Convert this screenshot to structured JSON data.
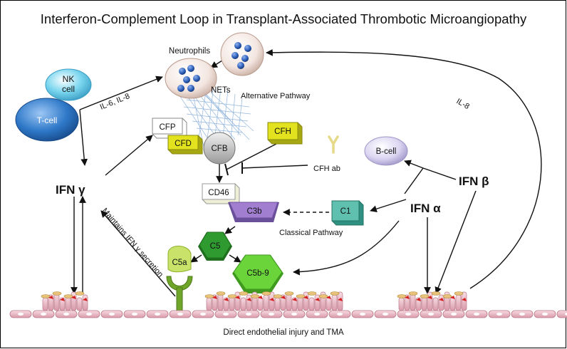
{
  "title": "Interferon-Complement Loop in Transplant-Associated Thrombotic Microangiopathy",
  "cells": {
    "neutrophils": "Neutrophils",
    "nk_cell_line1": "NK",
    "nk_cell_line2": "cell",
    "t_cell": "T-cell",
    "b_cell": "B-cell",
    "nets": "NETs"
  },
  "labels": {
    "il6_il8": "IL-6, IL-8",
    "il8": "IL-8",
    "alternative_pathway": "Alternative Pathway",
    "classical_pathway": "Classical Pathway",
    "cfh_ab": "CFH ab",
    "maintains": "Maintains IFN γ secretion",
    "endothelial": "Direct endothelial injury and TMA"
  },
  "ifn": {
    "gamma": "IFN γ",
    "alpha": "IFN α",
    "beta": "IFN β"
  },
  "complement": {
    "cfp": "CFP",
    "cfd": "CFD",
    "cfb": "CFB",
    "cfh": "CFH",
    "cd46": "CD46",
    "c3b": "C3b",
    "c1": "C1",
    "c5": "C5",
    "c5a": "C5a",
    "c5b9": "C5b-9"
  },
  "colors": {
    "complement_yellow": "#e2e21e",
    "c1_teal": "#5fc0b0",
    "c3b_purple": "#a17ed0",
    "c5_green": "#2f9a2f",
    "c5b9_green": "#6ad43a",
    "t_cell_blue": "#2e78c8",
    "nk_cell_cyan": "#7ad6ef",
    "b_cell_lavender": "#dcd6f2",
    "endothelium_pink": "#f1c4cf",
    "neutrophil_nucleus": "#2a5db8"
  }
}
